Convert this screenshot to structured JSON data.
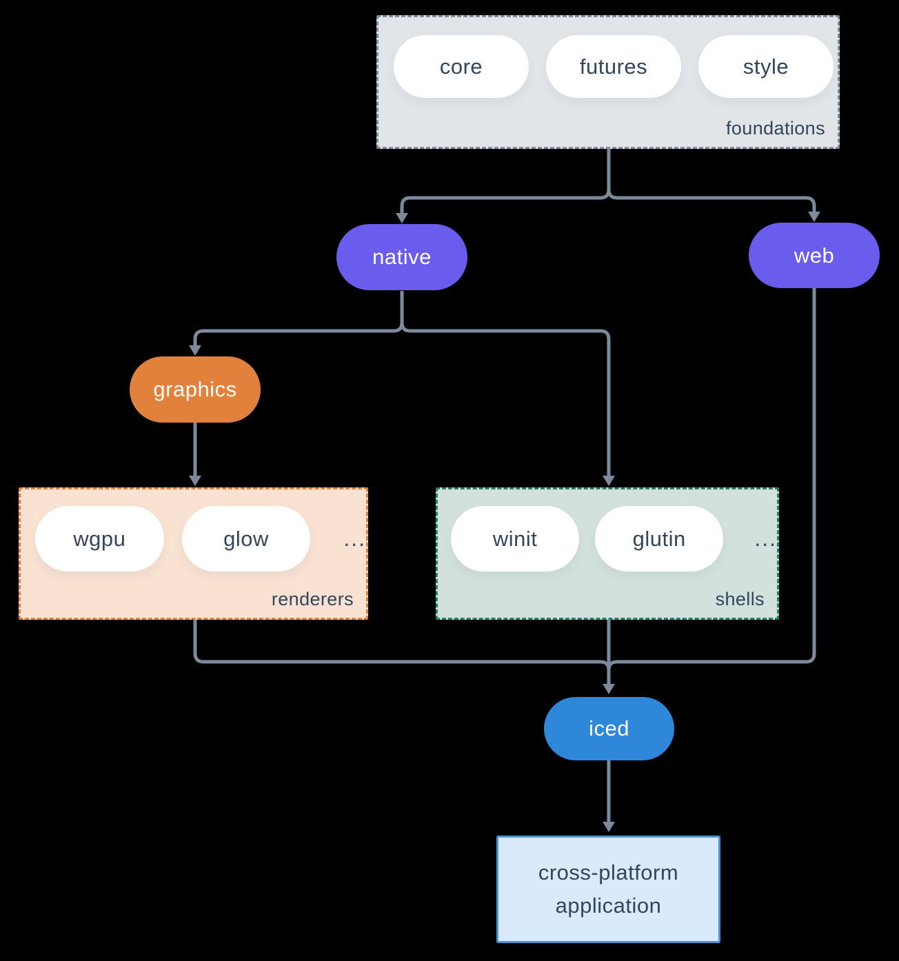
{
  "groups": {
    "foundations": {
      "label": "foundations",
      "items": [
        "core",
        "futures",
        "style"
      ]
    },
    "renderers": {
      "label": "renderers",
      "items": [
        "wgpu",
        "glow"
      ],
      "ellipsis": "..."
    },
    "shells": {
      "label": "shells",
      "items": [
        "winit",
        "glutin"
      ],
      "ellipsis": "..."
    }
  },
  "nodes": {
    "native": "native",
    "web": "web",
    "graphics": "graphics",
    "iced": "iced",
    "application": "cross-platform application"
  },
  "colors": {
    "background": "#000000",
    "connector": "#7b8a9c",
    "purple": "#6a5cec",
    "orange": "#e1813b",
    "blue": "#2e87d8",
    "foundations_fill": "#e1e5e8",
    "foundations_border": "#7e8c9a",
    "renderers_fill": "#f9e2d2",
    "renderers_border": "#e1813b",
    "shells_fill": "#d2e1db",
    "shells_border": "#2c7d6e",
    "application_fill": "#d9eafa",
    "application_border": "#4793dc",
    "text_dark": "#32455a",
    "text_light": "#ffffff"
  }
}
